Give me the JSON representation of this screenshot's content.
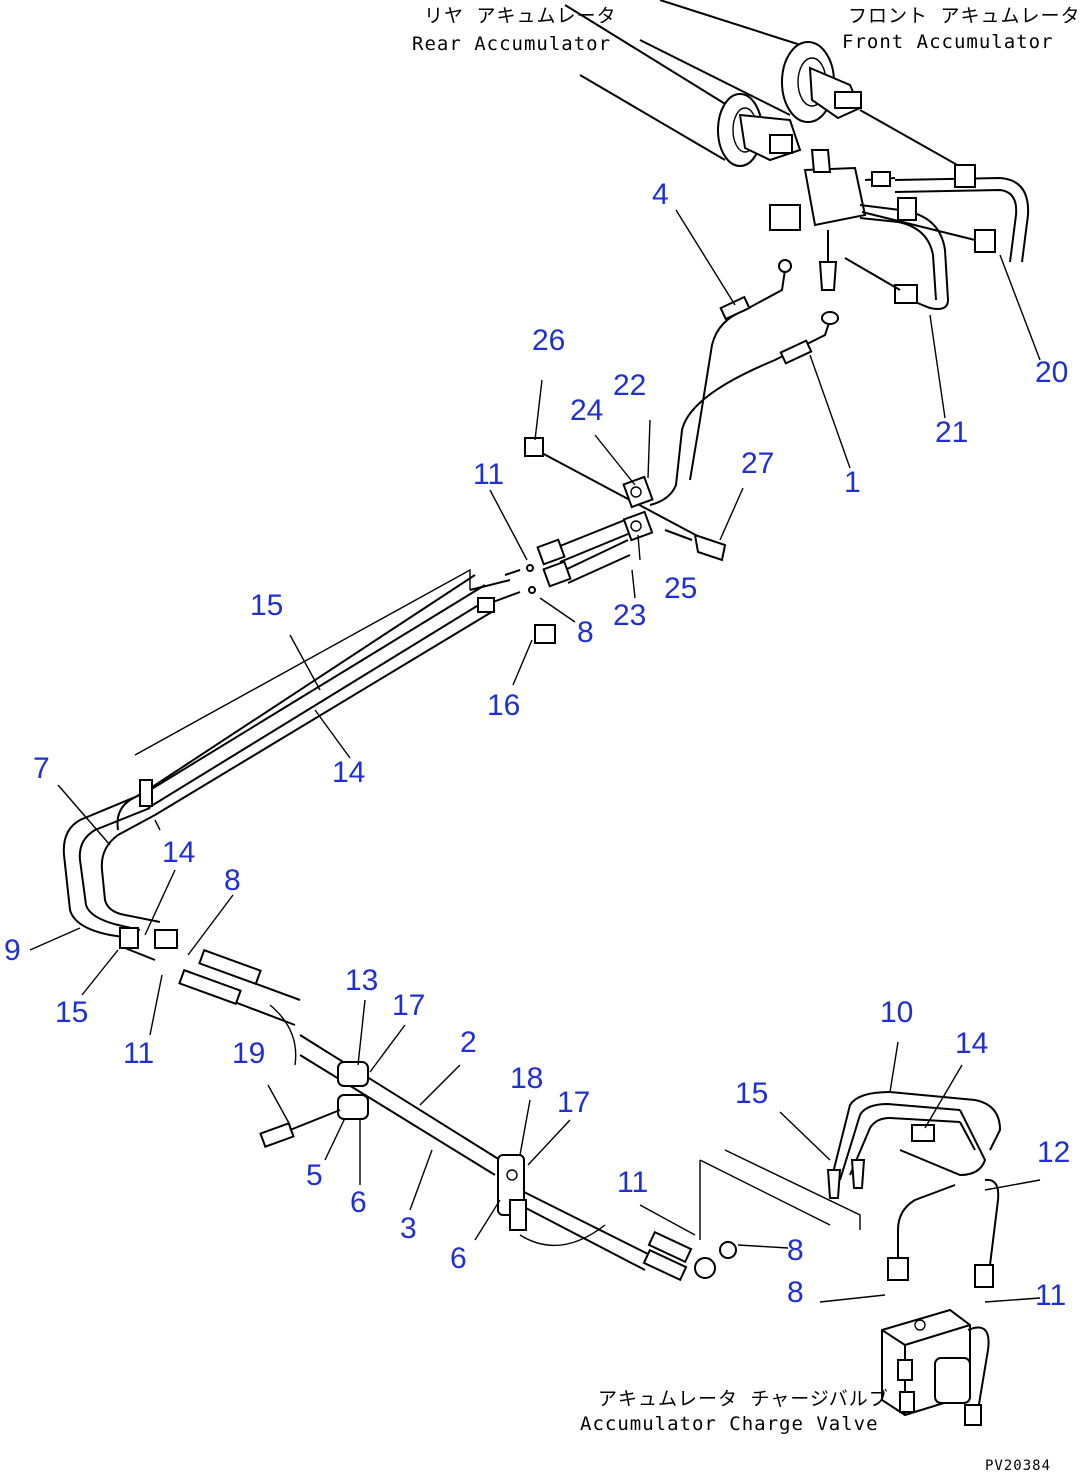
{
  "captions": {
    "rear_jp": "リヤ アキュムレータ",
    "rear_en": "Rear Accumulator",
    "front_jp": "フロント アキュムレータ",
    "front_en": "Front Accumulator",
    "valve_jp": "アキュムレータ チャージバルブ",
    "valve_en": "Accumulator Charge Valve",
    "drawing_code": "PV20384"
  },
  "part_labels": [
    {
      "id": "p1",
      "text": "1"
    },
    {
      "id": "p2",
      "text": "2"
    },
    {
      "id": "p3",
      "text": "3"
    },
    {
      "id": "p4",
      "text": "4"
    },
    {
      "id": "p5",
      "text": "5"
    },
    {
      "id": "p6a",
      "text": "6"
    },
    {
      "id": "p6b",
      "text": "6"
    },
    {
      "id": "p7",
      "text": "7"
    },
    {
      "id": "p8a",
      "text": "8"
    },
    {
      "id": "p8b",
      "text": "8"
    },
    {
      "id": "p8c",
      "text": "8"
    },
    {
      "id": "p8d",
      "text": "8"
    },
    {
      "id": "p9",
      "text": "9"
    },
    {
      "id": "p10",
      "text": "10"
    },
    {
      "id": "p11a",
      "text": "11"
    },
    {
      "id": "p11b",
      "text": "11"
    },
    {
      "id": "p11c",
      "text": "11"
    },
    {
      "id": "p11d",
      "text": "11"
    },
    {
      "id": "p12",
      "text": "12"
    },
    {
      "id": "p13",
      "text": "13"
    },
    {
      "id": "p14a",
      "text": "14"
    },
    {
      "id": "p14b",
      "text": "14"
    },
    {
      "id": "p14c",
      "text": "14"
    },
    {
      "id": "p15a",
      "text": "15"
    },
    {
      "id": "p15b",
      "text": "15"
    },
    {
      "id": "p15c",
      "text": "15"
    },
    {
      "id": "p16",
      "text": "16"
    },
    {
      "id": "p17a",
      "text": "17"
    },
    {
      "id": "p17b",
      "text": "17"
    },
    {
      "id": "p18",
      "text": "18"
    },
    {
      "id": "p19",
      "text": "19"
    },
    {
      "id": "p20",
      "text": "20"
    },
    {
      "id": "p21",
      "text": "21"
    },
    {
      "id": "p22",
      "text": "22"
    },
    {
      "id": "p23",
      "text": "23"
    },
    {
      "id": "p24",
      "text": "24"
    },
    {
      "id": "p25",
      "text": "25"
    },
    {
      "id": "p26",
      "text": "26"
    },
    {
      "id": "p27",
      "text": "27"
    }
  ],
  "colors": {
    "label": "#1f2fd6",
    "line": "#000000",
    "background": "#ffffff"
  }
}
